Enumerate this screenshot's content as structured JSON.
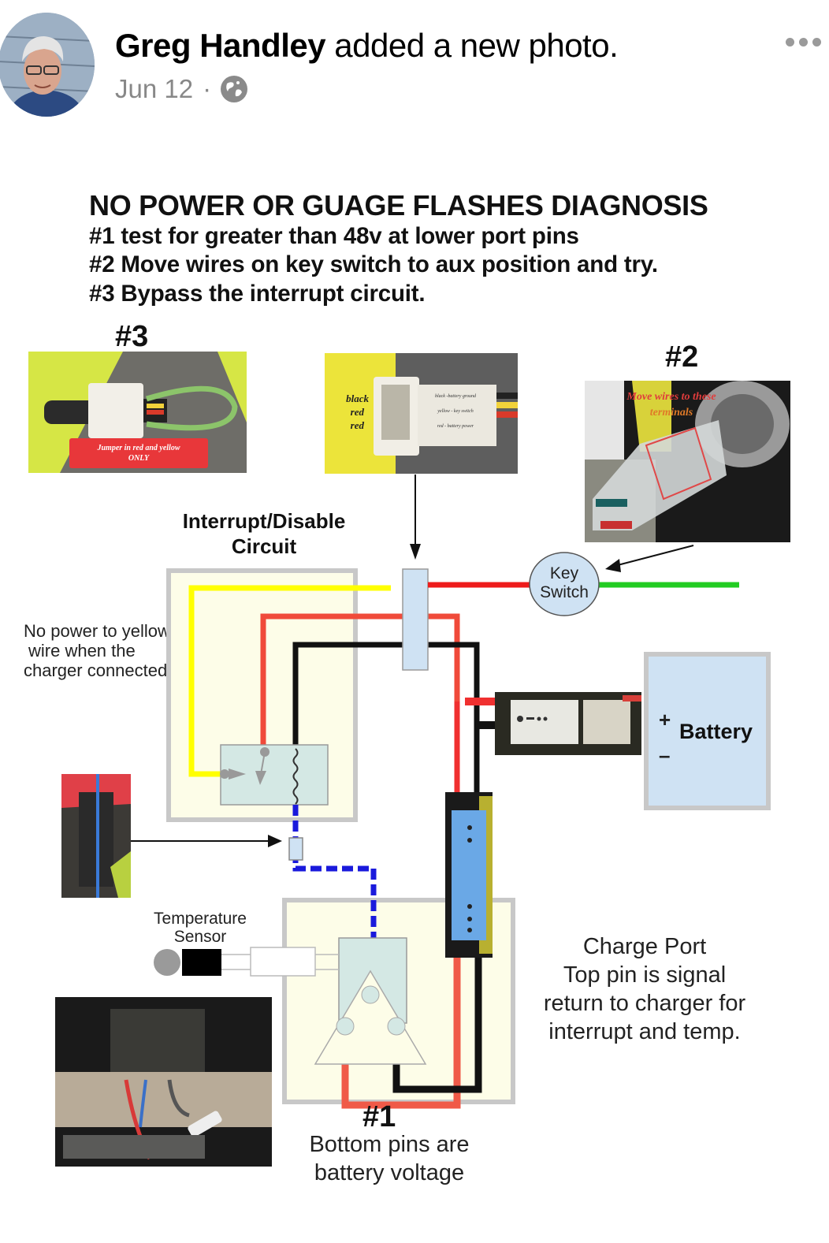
{
  "post": {
    "author": "Greg Handley",
    "action": "added a new photo.",
    "date": "Jun 12",
    "separator": "·",
    "privacy_icon": "globe-icon",
    "more_icon": "more-horizontal-icon"
  },
  "diagram": {
    "heading": "NO POWER OR GUAGE FLASHES DIAGNOSIS",
    "steps": [
      "#1 test for greater than 48v at lower port pins",
      "#2 Move wires on key switch to aux position and try.",
      "#3 Bypass the interrupt circuit."
    ],
    "photo3": {
      "marker": "#3",
      "caption_line1": "Jumper in red and yellow",
      "caption_line2": "ONLY"
    },
    "connector_photo": {
      "left_labels": [
        "black",
        "red",
        "red"
      ],
      "right_labels": [
        "black -battery ground",
        "yellow - key switch",
        "red - battery power"
      ]
    },
    "photo2": {
      "marker": "#2",
      "caption_line1": "Move wires to these",
      "caption_line2": "terminals"
    },
    "interrupt_title_line1": "Interrupt/Disable",
    "interrupt_title_line2": "Circuit",
    "no_power_note": [
      "No power to yellow",
      "wire when the",
      "charger connected"
    ],
    "key_switch_line1": "Key",
    "key_switch_line2": "Switch",
    "battery_label": "Battery",
    "battery_plus": "+",
    "battery_minus": "–",
    "temp_sensor_line1": "Temperature",
    "temp_sensor_line2": "Sensor",
    "charge_port_note": [
      "Charge Port",
      "Top pin is signal",
      "return to charger for",
      "interrupt and temp."
    ],
    "marker1": "#1",
    "bottom_note": [
      "Bottom pins are",
      "battery voltage"
    ],
    "colors": {
      "yellow_wire": "#ffff00",
      "red_wire": "#ee2020",
      "black_wire": "#111111",
      "blue_wire": "#1a1adc",
      "green_wire": "#22cc22",
      "box_fill": "#fdfde8",
      "box_border": "#c8c8c8",
      "component_fill": "#d4e8f0"
    }
  }
}
